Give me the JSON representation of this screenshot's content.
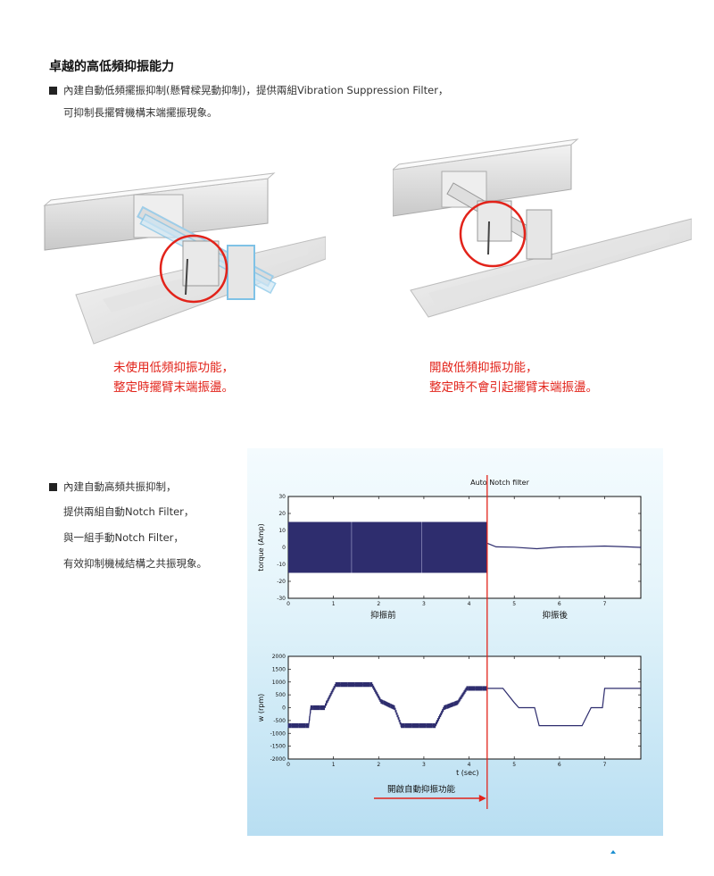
{
  "section1": {
    "heading": "卓越的高低頻抑振能力",
    "line1": "內建自動低頻擺振抑制(懸臂樑晃動抑制)，提供兩組Vibration Suppression Filter，",
    "line2": "可抑制長擺臂機構末端擺振現象。",
    "caption_left": [
      "未使用低頻抑振功能，",
      "整定時擺臂末端振盪。"
    ],
    "caption_right": [
      "開啟低頻抑振功能，",
      "整定時不會引起擺臂末端振盪。"
    ]
  },
  "section2": {
    "lines": [
      "內建自動高頻共振抑制，",
      "提供兩組自動Notch Filter，",
      "與一組手動Notch Filter，",
      "有效抑制機械結構之共振現象。"
    ]
  },
  "colors": {
    "caption_red": "#e2231a",
    "trace": "#2e2d6e",
    "marker": "#e2231a"
  },
  "chart_data": [
    {
      "type": "line",
      "title": "Auto Notch filter",
      "ylabel": "torque (Amp)",
      "xlabel": "",
      "xlim": [
        0,
        7.8
      ],
      "ylim": [
        -30,
        30
      ],
      "xticks": [
        0,
        1,
        2,
        3,
        4,
        5,
        6,
        7
      ],
      "yticks": [
        30,
        20,
        10,
        0,
        -10,
        -20,
        -30
      ],
      "region_labels": [
        "抑振前",
        "抑振後"
      ],
      "series": [
        {
          "x": [
            0,
            4.4
          ],
          "band": [
            -15,
            15
          ]
        },
        {
          "x": [
            4.4,
            4.6,
            5.0,
            5.5,
            6.0,
            6.5,
            7.0,
            7.5,
            7.8
          ],
          "y": [
            2.5,
            0.3,
            0.1,
            -0.8,
            0.2,
            0.4,
            0.8,
            0.3,
            0.0
          ]
        }
      ]
    },
    {
      "type": "line",
      "title": "",
      "ylabel": "w (rpm)",
      "xlabel": "t (sec)",
      "xlim": [
        0,
        7.8
      ],
      "ylim": [
        -2000,
        2000
      ],
      "xticks": [
        0,
        1,
        2,
        3,
        4,
        5,
        6,
        7
      ],
      "yticks": [
        2000,
        1500,
        1000,
        500,
        0,
        -500,
        -1000,
        -1500,
        -2000
      ],
      "annotation": "開啟自動抑振功能",
      "marker_x": 4.4,
      "series": [
        {
          "name": "",
          "x": [
            0,
            0.45,
            0.5,
            0.8,
            0.85,
            1.05,
            1.85,
            2.05,
            2.35,
            2.5,
            3.25,
            3.45,
            3.75,
            3.95,
            4.4,
            4.75,
            5.0,
            5.1,
            5.45,
            5.55,
            6.5,
            6.7,
            6.95,
            7.0,
            7.8
          ],
          "y": [
            -700,
            -700,
            0,
            0,
            200,
            900,
            900,
            250,
            0,
            -700,
            -700,
            0,
            200,
            750,
            750,
            750,
            200,
            0,
            0,
            -700,
            -700,
            0,
            0,
            750,
            750
          ]
        }
      ]
    }
  ]
}
